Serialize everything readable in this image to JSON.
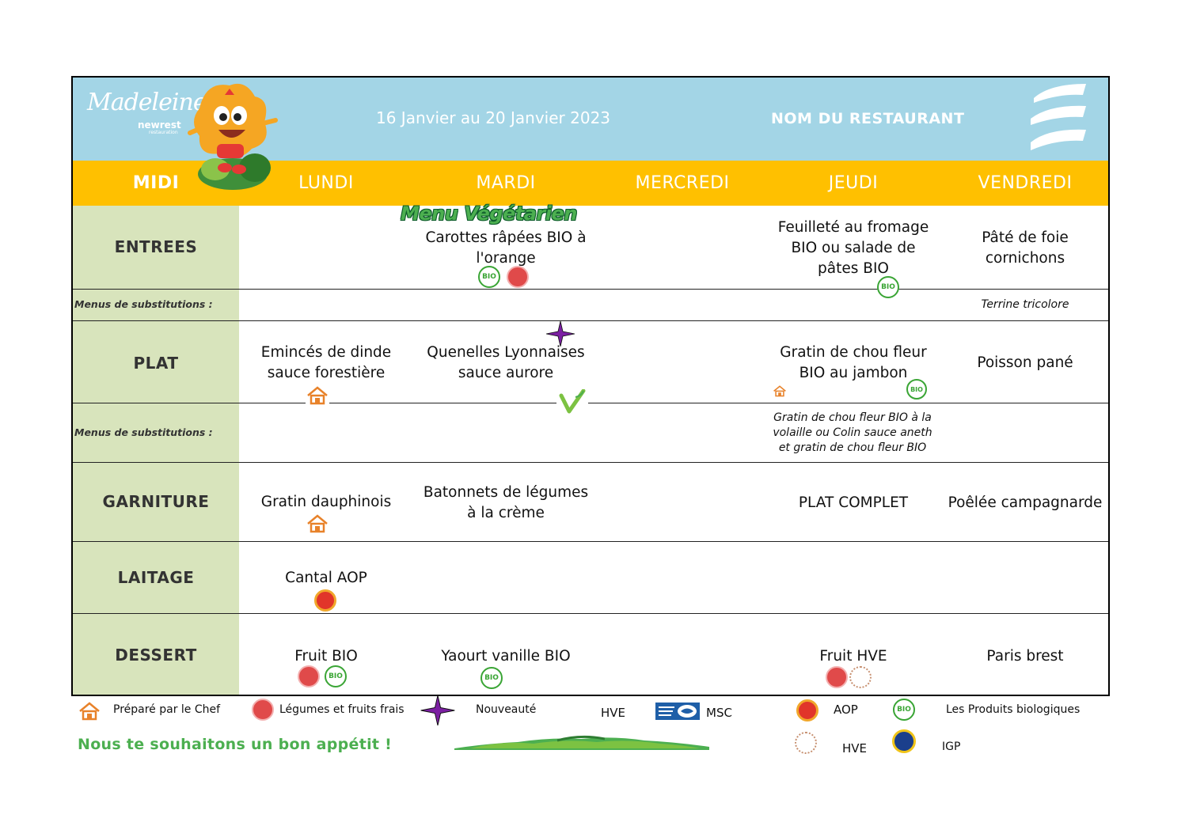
{
  "header": {
    "brand": "Madeleine",
    "brand_sub": "newrest",
    "brand_sub2": "restauration",
    "dates": "16 Janvier au 20 Janvier 2023",
    "restaurant": "NOM DU RESTAURANT"
  },
  "days": {
    "midi": "MIDI",
    "list": [
      "LUNDI",
      "MARDI",
      "MERCREDI",
      "JEUDI",
      "VENDREDI"
    ]
  },
  "categories": {
    "entrees": "ENTREES",
    "subst": "Menus de substitutions :",
    "plat": "PLAT",
    "garniture": "GARNITURE",
    "laitage": "LAITAGE",
    "dessert": "DESSERT"
  },
  "banner": "Menu Végétarien",
  "entrees": {
    "mardi_l1": "Carottes râpées BIO à",
    "mardi_l2": "l'orange",
    "jeudi_l1": "Feuilleté au fromage",
    "jeudi_l2": "BIO ou salade de",
    "jeudi_l3": "pâtes BIO",
    "vendredi_l1": "Pâté de foie",
    "vendredi_l2": "cornichons",
    "subst_vendredi": "Terrine tricolore"
  },
  "plat": {
    "lundi_l1": "Emincés de dinde",
    "lundi_l2": "sauce forestière",
    "mardi_l1": "Quenelles Lyonnaises",
    "mardi_l2": "sauce aurore",
    "jeudi_l1": "Gratin de chou fleur",
    "jeudi_l2": "BIO au jambon",
    "vendredi": "Poisson pané",
    "subst_jeudi_l1": "Gratin de chou fleur BIO à la",
    "subst_jeudi_l2": "volaille ou Colin sauce aneth",
    "subst_jeudi_l3": "et gratin de chou fleur BIO"
  },
  "garniture": {
    "lundi": "Gratin dauphinois",
    "mardi_l1": "Batonnets de légumes",
    "mardi_l2": "à la crème",
    "jeudi": "PLAT COMPLET",
    "vendredi": "Poêlée campagnarde"
  },
  "laitage": {
    "lundi": "Cantal AOP"
  },
  "dessert": {
    "lundi": "Fruit BIO",
    "mardi": "Yaourt vanille BIO",
    "jeudi": "Fruit HVE",
    "vendredi": "Paris brest"
  },
  "badge": {
    "bio": "BIO"
  },
  "legend": {
    "chef": "Préparé par le Chef",
    "fresh": "Légumes et fruits frais",
    "new": "Nouveauté",
    "hve": "HVE",
    "msc": "MSC",
    "aop": "AOP",
    "bio": "Les Produits biologiques",
    "hve2": "HVE",
    "igp": "IGP"
  },
  "footer": "Nous te souhaitons un bon appétit !",
  "colors": {
    "header": "#a3d5e6",
    "daybar": "#ffc000",
    "category": "#d8e4bc",
    "bio_green": "#3aa535",
    "chef_orange": "#e8822a"
  }
}
